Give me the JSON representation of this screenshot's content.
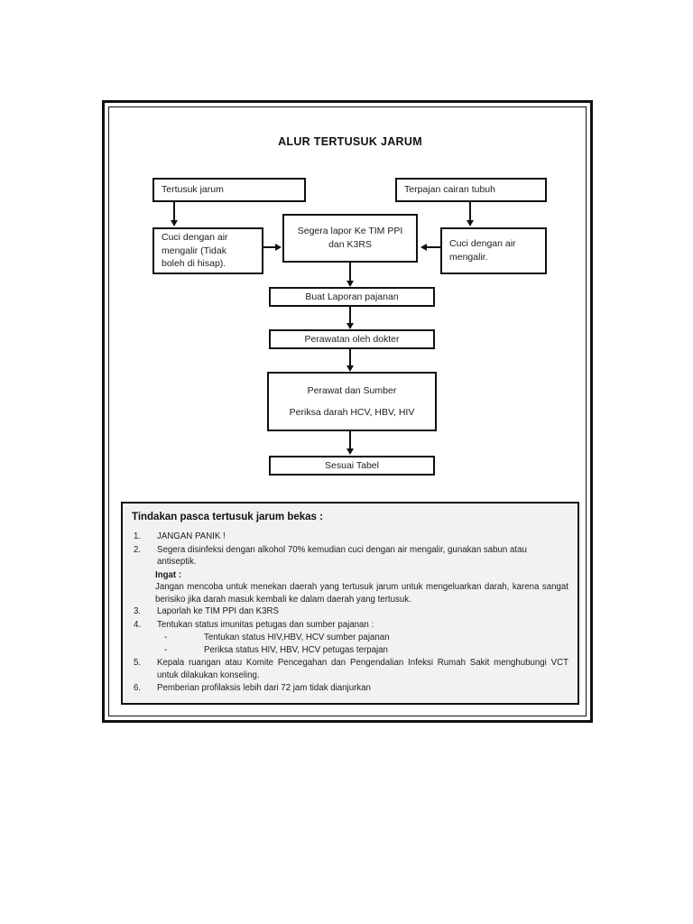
{
  "document": {
    "title": "ALUR TERTUSUK JARUM"
  },
  "flowchart": {
    "nodes": [
      {
        "id": "tertusuk-jarum",
        "lines": [
          "Tertusuk jarum"
        ]
      },
      {
        "id": "terpajan-cairan",
        "lines": [
          "Terpajan cairan tubuh"
        ]
      },
      {
        "id": "cuci-kiri",
        "lines": [
          "Cuci dengan air",
          "mengalir (Tidak",
          "boleh di hisap)."
        ]
      },
      {
        "id": "cuci-kanan",
        "lines": [
          "Cuci dengan air",
          "mengalir."
        ]
      },
      {
        "id": "segera-lapor",
        "lines": [
          "Segera lapor Ke TIM PPI",
          "dan K3RS"
        ]
      },
      {
        "id": "buat-laporan",
        "lines": [
          "Buat Laporan pajanan"
        ]
      },
      {
        "id": "perawatan-dokter",
        "lines": [
          "Perawatan oleh dokter"
        ]
      },
      {
        "id": "perawat-sumber",
        "lines": [
          "Perawat dan Sumber",
          "Periksa darah HCV, HBV, HIV"
        ]
      },
      {
        "id": "sesuai-tabel",
        "lines": [
          "Sesuai Tabel"
        ]
      }
    ]
  },
  "notes": {
    "title": "Tindakan pasca tertusuk jarum bekas :",
    "items": [
      {
        "num": "1.",
        "text": "JANGAN PANIK !"
      },
      {
        "num": "2.",
        "text": "Segera disinfeksi dengan alkohol 70% kemudian cuci dengan air mengalir, gunakan sabun atau antiseptik."
      },
      {
        "num": "3.",
        "text": "Laporlah ke TIM PPI dan K3RS"
      },
      {
        "num": "4.",
        "text": "Tentukan status imunitas petugas dan sumber pajanan :"
      },
      {
        "num": "5.",
        "text": "Kepala ruangan atau Komite Pencegahan dan Pengendalian Infeksi Rumah Sakit menghubungi VCT untuk dilakukan konseling."
      },
      {
        "num": "6.",
        "text": "Pemberian profilaksis lebih dari 72 jam tidak dianjurkan"
      }
    ],
    "ingat_label": "Ingat :",
    "ingat_text": "Jangan mencoba untuk menekan daerah yang tertusuk jarum untuk mengeluarkan darah, karena sangat berisiko jika darah masuk kembali ke dalam daerah yang tertusuk.",
    "sub_items": [
      {
        "dash": "-",
        "text": "Tentukan status HIV,HBV, HCV sumber pajanan"
      },
      {
        "dash": "-",
        "text": "Periksa status HIV, HBV, HCV petugas terpajan"
      }
    ]
  },
  "colors": {
    "ink": "#111111",
    "panel_bg": "#f2f2f2",
    "page_bg": "#ffffff"
  }
}
